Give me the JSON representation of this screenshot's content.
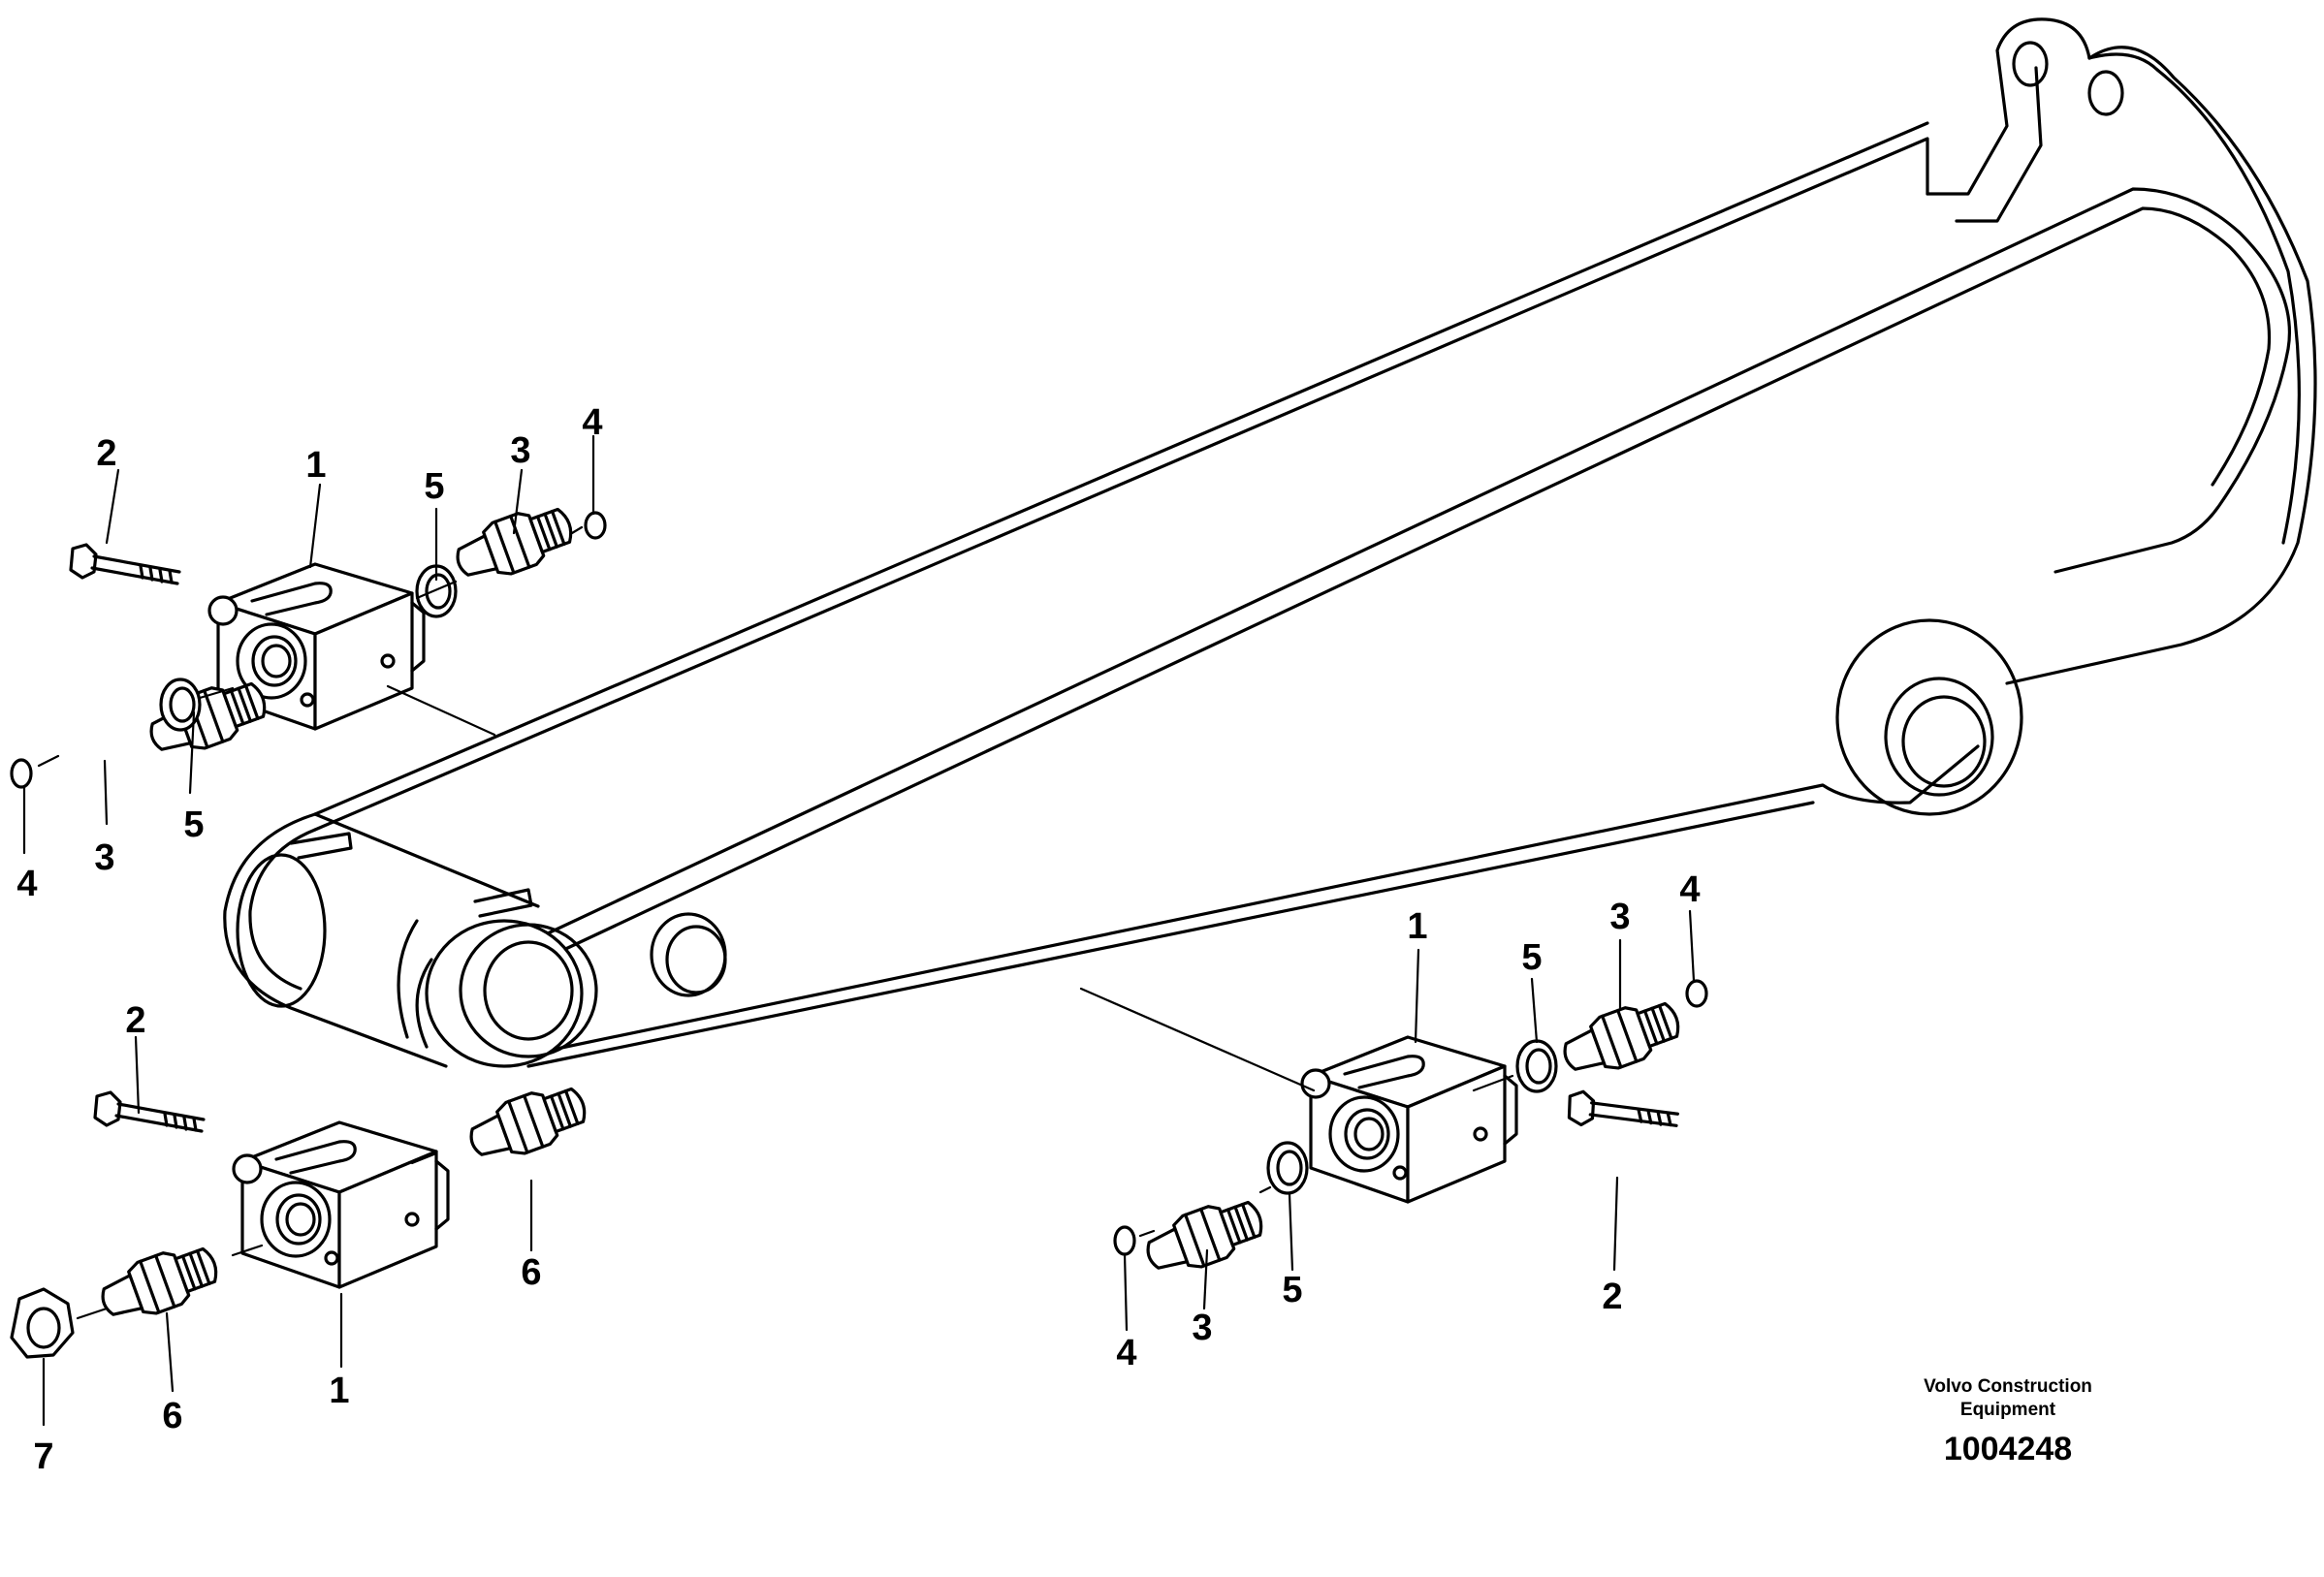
{
  "diagram": {
    "type": "exploded-parts-diagram",
    "subject": "excavator arm with valve block assemblies",
    "callouts": {
      "c1": "1",
      "c2": "2",
      "c3": "3",
      "c4": "4",
      "c5": "5",
      "c6": "6",
      "c7": "7"
    }
  },
  "footer": {
    "company_line1": "Volvo Construction",
    "company_line2": "Equipment",
    "drawing_number": "1004248"
  }
}
